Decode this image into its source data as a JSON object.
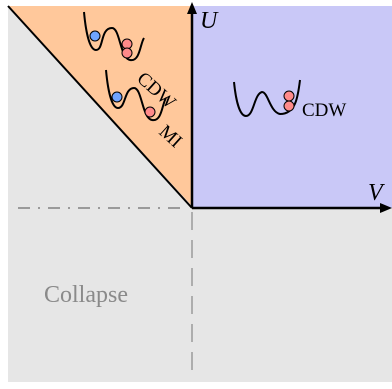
{
  "axes": {
    "x_label": "V",
    "y_label": "U"
  },
  "regions": {
    "top_right": {
      "label": "CDW",
      "color": "#c9c8f7"
    },
    "wedge": {
      "labels": [
        "CDW",
        "MI"
      ],
      "color": "#ffc89b"
    },
    "collapse": {
      "label": "Collapse",
      "color": "#e6e6e6"
    }
  },
  "particle_colors": {
    "positive": "#6fa4ff",
    "negative": "#ff8a8a"
  }
}
